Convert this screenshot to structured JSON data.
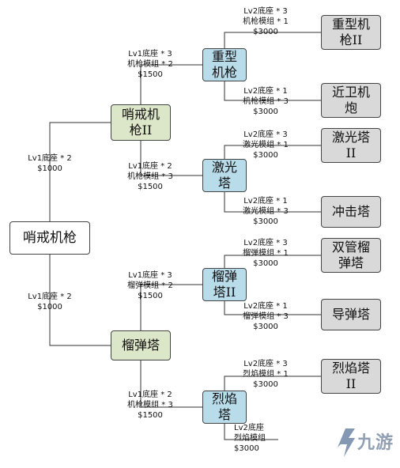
{
  "root": {
    "label": "哨戒机枪"
  },
  "level1": [
    {
      "key": "a",
      "label": "哨戒机\n枪II",
      "cost": [
        "Lv1底座 * 2",
        "$1000"
      ]
    },
    {
      "key": "b",
      "label": "榴弹塔",
      "cost": [
        "Lv1底座 * 2",
        "$1000"
      ]
    }
  ],
  "level2": [
    {
      "key": "a1",
      "label": "重型\n机枪",
      "cost": [
        "Lv1底座 * 3",
        "机枪模组 * 2",
        "$1500"
      ]
    },
    {
      "key": "a2",
      "label": "激光\n塔",
      "cost": [
        "Lv1底座 * 2",
        "机枪模组 * 3",
        "$1500"
      ]
    },
    {
      "key": "b1",
      "label": "榴弹\n塔II",
      "cost": [
        "Lv1底座 * 3",
        "榴弹模组 * 2",
        "$1500"
      ]
    },
    {
      "key": "b2",
      "label": "烈焰\n塔",
      "cost": [
        "Lv1底座 * 2",
        "机枪模组 * 3",
        "$1500"
      ]
    }
  ],
  "level3": [
    {
      "key": "a1a",
      "label": "重型机\n枪II",
      "cost": [
        "Lv2底座 * 3",
        "机枪模组 * 1",
        "$3000"
      ]
    },
    {
      "key": "a1b",
      "label": "近卫机\n炮",
      "cost": [
        "Lv2底座 * 1",
        "机枪模组 * 3",
        "$3000"
      ]
    },
    {
      "key": "a2a",
      "label": "激光塔\nII",
      "cost": [
        "Lv2底座 * 3",
        "激光模组 * 1",
        "$3000"
      ]
    },
    {
      "key": "a2b",
      "label": "冲击塔",
      "cost": [
        "Lv2底座 * 1",
        "激光模组 * 3",
        "$3000"
      ]
    },
    {
      "key": "b1a",
      "label": "双管榴\n弹塔",
      "cost": [
        "Lv2底座 * 3",
        "榴弹模组 * 1",
        "$3000"
      ]
    },
    {
      "key": "b1b",
      "label": "导弹塔",
      "cost": [
        "Lv2底座 * 1",
        "榴弹模组 * 3",
        "$3000"
      ]
    },
    {
      "key": "b2a",
      "label": "烈焰塔\nII",
      "cost": [
        "Lv2底座 * 3",
        "烈焰模组 * 1",
        "$3000"
      ]
    },
    {
      "key": "b2b",
      "label": "",
      "cost": [
        "Lv2底座",
        "烈焰模组",
        "$3000"
      ]
    }
  ],
  "watermark": {
    "text": "九游",
    "icon": "nine-game-logo-icon"
  },
  "colors": {
    "root": "#ffffff",
    "level1": "#dce6c8",
    "level2": "#b9dcea",
    "level3": "#d9d9d9",
    "line": "#333333"
  }
}
